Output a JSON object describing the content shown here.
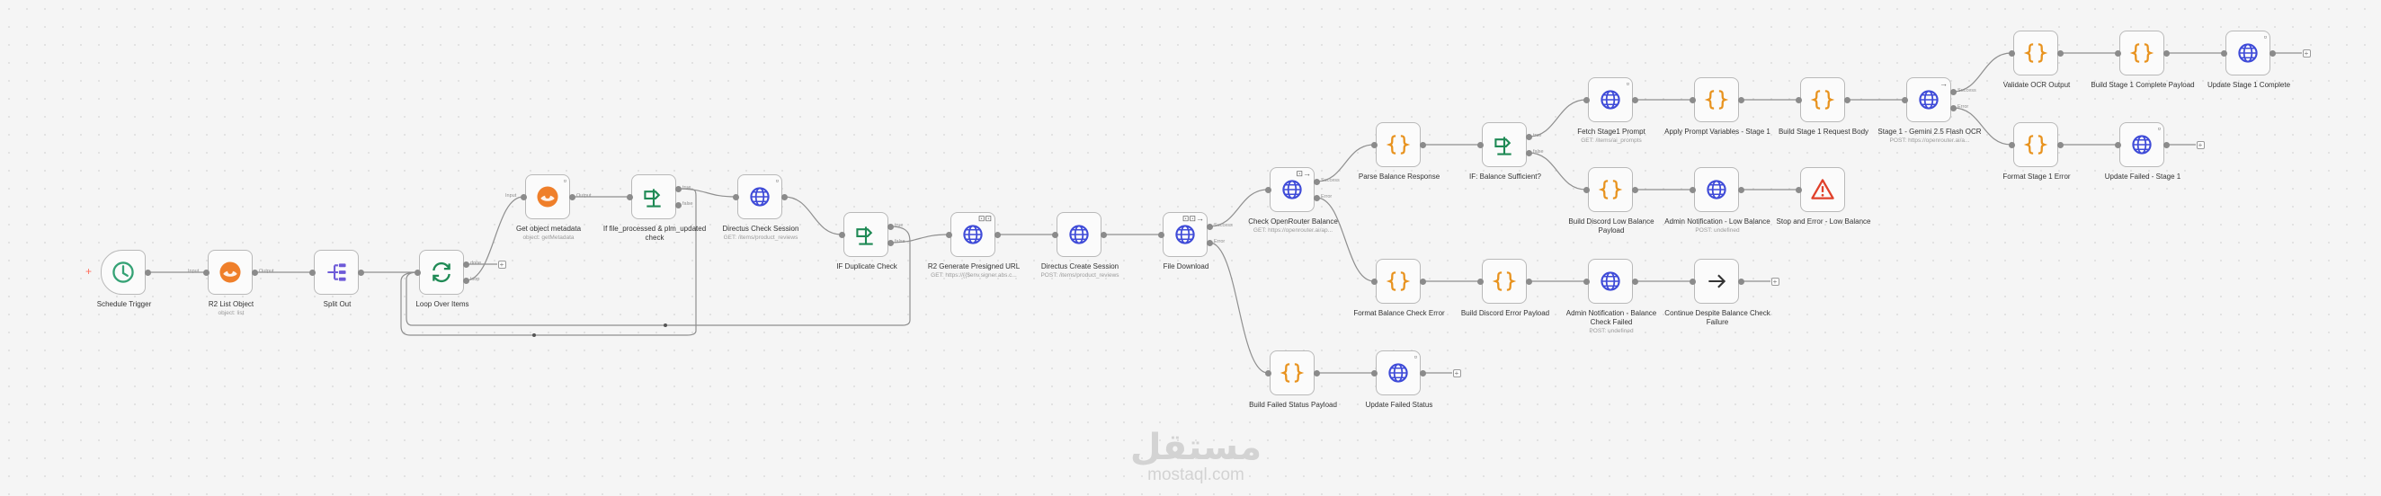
{
  "workflow": {
    "nodes": [
      {
        "id": "schedule",
        "label": "Schedule Trigger",
        "sublabel": "",
        "icon": "clock-icon",
        "trigger": true,
        "badge": ""
      },
      {
        "id": "r2list",
        "label": "R2 List Object",
        "sublabel": "object: list",
        "icon": "aws-s3-icon",
        "badge": ""
      },
      {
        "id": "split",
        "label": "Split Out",
        "sublabel": "",
        "icon": "split-out-icon",
        "badge": ""
      },
      {
        "id": "loop",
        "label": "Loop Over Items",
        "sublabel": "",
        "icon": "loop-icon",
        "badge": ""
      },
      {
        "id": "getmeta",
        "label": "Get object metadata",
        "sublabel": "object: getMetadata",
        "icon": "aws-s3-icon",
        "badge": "▫"
      },
      {
        "id": "iffile",
        "label": "If file_processed & plm_updated check",
        "sublabel": "",
        "icon": "if-icon",
        "badge": ""
      },
      {
        "id": "dircheck",
        "label": "Directus Check Session",
        "sublabel": "GET: /items/product_reviews",
        "icon": "globe-icon",
        "badge": "▫"
      },
      {
        "id": "ifdup",
        "label": "IF Duplicate Check",
        "sublabel": "",
        "icon": "if-icon",
        "badge": ""
      },
      {
        "id": "r2presign",
        "label": "R2 Generate Presigned URL",
        "sublabel": "GET: https://{{$env.signer.abs.c...",
        "icon": "globe-icon",
        "badge": "⊡⊡"
      },
      {
        "id": "dircreate",
        "label": "Directus Create Session",
        "sublabel": "POST: /items/product_reviews",
        "icon": "globe-icon",
        "badge": ""
      },
      {
        "id": "filedl",
        "label": "File Download",
        "sublabel": "",
        "icon": "globe-icon",
        "badge": "⊡⊡→"
      },
      {
        "id": "checkor",
        "label": "Check OpenRouter Balance",
        "sublabel": "GET: https://openrouter.ai/ap...",
        "icon": "globe-icon",
        "badge": "⊡→"
      },
      {
        "id": "parsebal",
        "label": "Parse Balance Response",
        "sublabel": "",
        "icon": "code-braces-icon",
        "badge": ""
      },
      {
        "id": "ifbal",
        "label": "IF: Balance Sufficient?",
        "sublabel": "",
        "icon": "if-icon",
        "badge": ""
      },
      {
        "id": "fetchprompt",
        "label": "Fetch Stage1 Prompt",
        "sublabel": "GET: /items/ai_prompts",
        "icon": "globe-icon",
        "badge": "▫"
      },
      {
        "id": "applyvars",
        "label": "Apply Prompt Variables - Stage 1",
        "sublabel": "",
        "icon": "code-braces-icon",
        "badge": ""
      },
      {
        "id": "buildreq",
        "label": "Build Stage 1 Request Body",
        "sublabel": "",
        "icon": "code-braces-icon",
        "badge": ""
      },
      {
        "id": "gemini",
        "label": "Stage 1 - Gemini 2.5 Flash OCR",
        "sublabel": "POST: https://openrouter.ai/a...",
        "icon": "globe-icon",
        "badge": "→"
      },
      {
        "id": "validate",
        "label": "Validate OCR Output",
        "sublabel": "",
        "icon": "code-braces-icon",
        "badge": ""
      },
      {
        "id": "buildcomplete",
        "label": "Build Stage 1 Complete Payload",
        "sublabel": "",
        "icon": "code-braces-icon",
        "badge": ""
      },
      {
        "id": "updatecomplete",
        "label": "Update Stage 1 Complete",
        "sublabel": "",
        "icon": "globe-icon",
        "badge": "▫"
      },
      {
        "id": "formaterr",
        "label": "Format Stage 1 Error",
        "sublabel": "",
        "icon": "code-braces-icon",
        "badge": ""
      },
      {
        "id": "updatefailed",
        "label": "Update Failed - Stage 1",
        "sublabel": "",
        "icon": "globe-icon",
        "badge": "▫"
      },
      {
        "id": "builddiscordlow",
        "label": "Build Discord Low Balance Payload",
        "sublabel": "",
        "icon": "code-braces-icon",
        "badge": ""
      },
      {
        "id": "adminlow",
        "label": "Admin Notification - Low Balance",
        "sublabel": "POST: undefined",
        "icon": "globe-icon",
        "badge": ""
      },
      {
        "id": "stoperr",
        "label": "Stop and Error - Low Balance",
        "sublabel": "",
        "icon": "warning-icon",
        "badge": ""
      },
      {
        "id": "formatbalerr",
        "label": "Format Balance Check Error",
        "sublabel": "",
        "icon": "code-braces-icon",
        "badge": ""
      },
      {
        "id": "builddiscorderr",
        "label": "Build Discord Error Payload",
        "sublabel": "",
        "icon": "code-braces-icon",
        "badge": ""
      },
      {
        "id": "adminfailed",
        "label": "Admin Notification - Balance Check Failed",
        "sublabel": "POST: undefined",
        "icon": "globe-icon",
        "badge": ""
      },
      {
        "id": "continue",
        "label": "Continue Despite Balance Check Failure",
        "sublabel": "",
        "icon": "arrow-right-icon",
        "badge": ""
      },
      {
        "id": "buildfailedstatus",
        "label": "Build Failed Status Payload",
        "sublabel": "",
        "icon": "code-braces-icon",
        "badge": ""
      },
      {
        "id": "updatefailedstatus",
        "label": "Update Failed Status",
        "sublabel": "",
        "icon": "globe-icon",
        "badge": "▫"
      }
    ],
    "port_labels": {
      "input": "Input",
      "output": "Output",
      "done": "done",
      "loop": "loop",
      "true": "true",
      "false": "false",
      "success": "Success",
      "error": "Error"
    }
  },
  "watermark": {
    "arabic": "مستقل",
    "latin": "mostaql.com"
  },
  "colors": {
    "code": "#e8931f",
    "globe": "#3f4bd8",
    "if": "#1f8a55",
    "trigger": "#35a275",
    "error": "#e0402a",
    "s3": "#ef7f2a",
    "edge": "#8f8f8f"
  }
}
